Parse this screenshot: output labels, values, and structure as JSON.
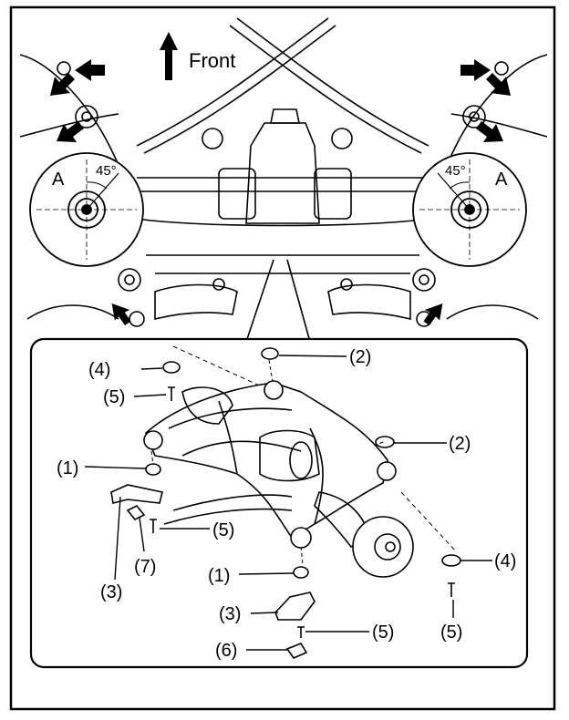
{
  "header": {
    "direction_label": "Front"
  },
  "detail": {
    "view_a_label": "A",
    "angle_label": "45°"
  },
  "callouts": [
    {
      "id": "label-1-left",
      "text": "(1)"
    },
    {
      "id": "label-1-center",
      "text": "(1)"
    },
    {
      "id": "label-2-top",
      "text": "(2)"
    },
    {
      "id": "label-2-right",
      "text": "(2)"
    },
    {
      "id": "label-3-left",
      "text": "(3)"
    },
    {
      "id": "label-3-center",
      "text": "(3)"
    },
    {
      "id": "label-4-left",
      "text": "(4)"
    },
    {
      "id": "label-4-right",
      "text": "(4)"
    },
    {
      "id": "label-5-left-top",
      "text": "(5)"
    },
    {
      "id": "label-5-left-mid",
      "text": "(5)"
    },
    {
      "id": "label-5-center",
      "text": "(5)"
    },
    {
      "id": "label-5-right",
      "text": "(5)"
    },
    {
      "id": "label-6",
      "text": "(6)"
    },
    {
      "id": "label-7",
      "text": "(7)"
    }
  ],
  "colors": {
    "ink": "#000000",
    "paper": "#ffffff"
  }
}
